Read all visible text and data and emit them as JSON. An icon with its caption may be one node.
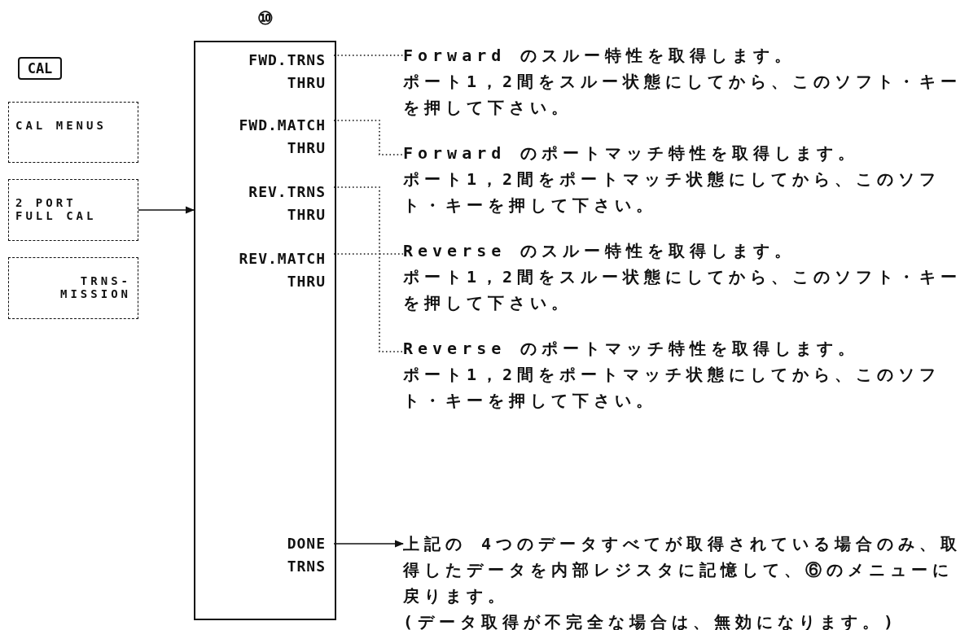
{
  "diagram": {
    "nodes": [
      {
        "text": [
          "CAL"
        ]
      },
      {
        "text": [
          "CAL MENUS"
        ]
      },
      {
        "text": [
          "2 PORT FULL CAL"
        ]
      },
      {
        "text": [
          "TRNS- MISSION"
        ]
      },
      {
        "text": [
          "⑩"
        ]
      },
      {
        "text": [
          "FWD.TRNS THRU"
        ],
        "in": 4
      },
      {
        "text": [
          "FWD.MATCH THRU"
        ],
        "in": 4
      },
      {
        "text": [
          "REV.TRNS THRU"
        ],
        "in": 4
      },
      {
        "text": [
          "REV.MATCH THRU"
        ],
        "in": 4
      },
      {
        "text": [
          "DONE TRNS"
        ],
        "in": 4
      },
      {
        "text": [
          "Forward のスルー特性を取得します。ポート1，2間をスルー状態にしてから、このソフト・キーを押して下さい。"
        ]
      },
      {
        "text": [
          "Forward のポートマッチ特性を取得します。ポート1，2間をポートマッチ状態にしてから、このソフト・キーを押して下さい。"
        ]
      },
      {
        "text": [
          "Reverse のスルー特性を取得します。ポート1，2間をスルー状態にしてから、このソフト・キーを押して下さい。"
        ]
      },
      {
        "text": [
          "Reverse のポートマッチ特性を取得します。ポート1，2間をポートマッチ状態にしてから、このソフト・キーを押して下さい。"
        ]
      },
      {
        "text": [
          "上記の 4つのデータすべてが取得されている場合のみ、取得したデータを内部レジスタに記憶して、⑥のメニューに戻ります。",
          "(データ取得が不完全な場合は、無効になります。)"
        ]
      }
    ],
    "edges": [
      {
        "from": 2,
        "to": 4,
        "arrow": "to"
      },
      {
        "from": 5,
        "to": 10,
        "arrow": "none",
        "style": "dashed"
      },
      {
        "from": 6,
        "to": 11,
        "arrow": "none",
        "style": "dashed"
      },
      {
        "from": 7,
        "to": 12,
        "arrow": "none",
        "style": "dashed"
      },
      {
        "from": 8,
        "to": 13,
        "arrow": "none",
        "style": "dashed"
      },
      {
        "from": 9,
        "to": 14,
        "arrow": "to"
      }
    ]
  }
}
